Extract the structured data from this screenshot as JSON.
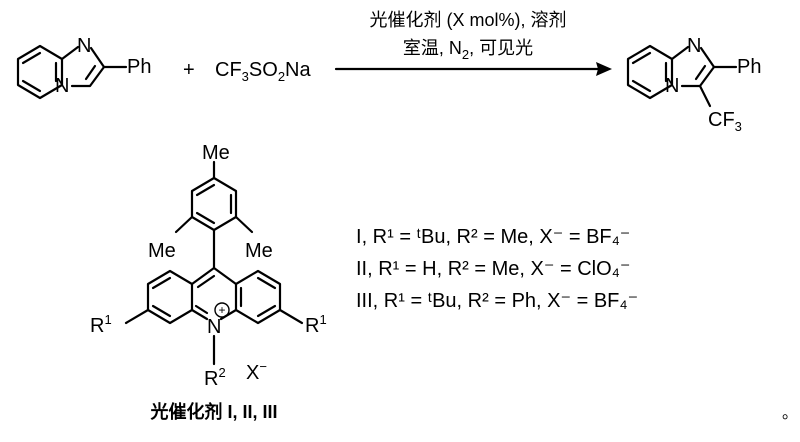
{
  "reaction": {
    "reagent_plus": "+",
    "reagent_parts": [
      "CF",
      "3",
      "SO",
      "2",
      "Na"
    ],
    "conditions_line1": "光催化剂 (X mol%), 溶剂",
    "conditions_line2_parts": [
      "室温, N",
      "2",
      ", 可见光"
    ]
  },
  "labels": {
    "ph": "Ph",
    "n": "N",
    "cf3": [
      "CF",
      "3"
    ],
    "me": "Me",
    "r1": [
      "R",
      "1"
    ],
    "r2": [
      "R",
      "2"
    ],
    "x_minus": [
      "X",
      "−"
    ],
    "plus": "+"
  },
  "catalysts": [
    {
      "num": "I",
      "r1": "ᵗBu",
      "r2": "Me",
      "x": "BF₄⁻"
    },
    {
      "num": "II",
      "r1": "H",
      "r2": "Me",
      "x": "ClO₄⁻"
    },
    {
      "num": "III",
      "r1": "ᵗBu",
      "r2": "Ph",
      "x": "BF₄⁻"
    }
  ],
  "catalyst_caption": "光催化剂  I, II, III",
  "trailing_mark": "。",
  "colors": {
    "ink": "#000000",
    "background": "#ffffff"
  }
}
